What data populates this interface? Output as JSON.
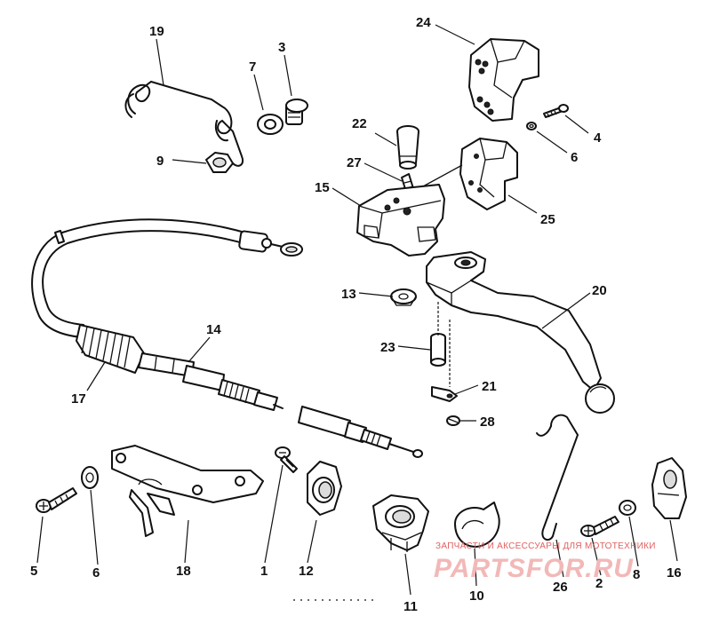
{
  "diagram": {
    "callouts": [
      "19",
      "7",
      "3",
      "24",
      "4",
      "6",
      "22",
      "27",
      "15",
      "25",
      "9",
      "13",
      "20",
      "14",
      "23",
      "21",
      "28",
      "17",
      "5",
      "6",
      "18",
      "1",
      "12",
      "11",
      "10",
      "26",
      "2",
      "8",
      "16"
    ]
  },
  "watermark": {
    "caption": "ЗАПЧАСТИ И АКСЕССУАРЫ ДЛЯ МОТОТЕХНИКИ",
    "brand": "PARTSFOR.RU"
  }
}
